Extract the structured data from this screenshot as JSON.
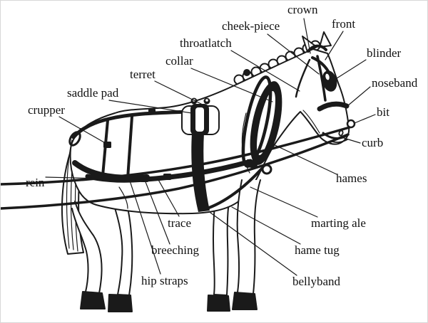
{
  "diagram": {
    "type": "labeled-diagram",
    "subject": "horse driving harness parts",
    "colors": {
      "ink": "#1a1a1a",
      "background": "#ffffff"
    },
    "labels": {
      "crown": "crown",
      "cheek_piece": "cheek-piece",
      "front": "front",
      "blinder": "blinder",
      "throatlatch": "throatlatch",
      "collar": "collar",
      "noseband": "noseband",
      "terret": "terret",
      "bit": "bit",
      "saddle_pad": "saddle pad",
      "curb": "curb",
      "crupper": "crupper",
      "hames": "hames",
      "rein": "rein",
      "martingale": "marting ale",
      "trace": "trace",
      "hame_tug": "hame tug",
      "breeching": "breeching",
      "bellyband": "bellyband",
      "hip_straps": "hip straps"
    }
  }
}
